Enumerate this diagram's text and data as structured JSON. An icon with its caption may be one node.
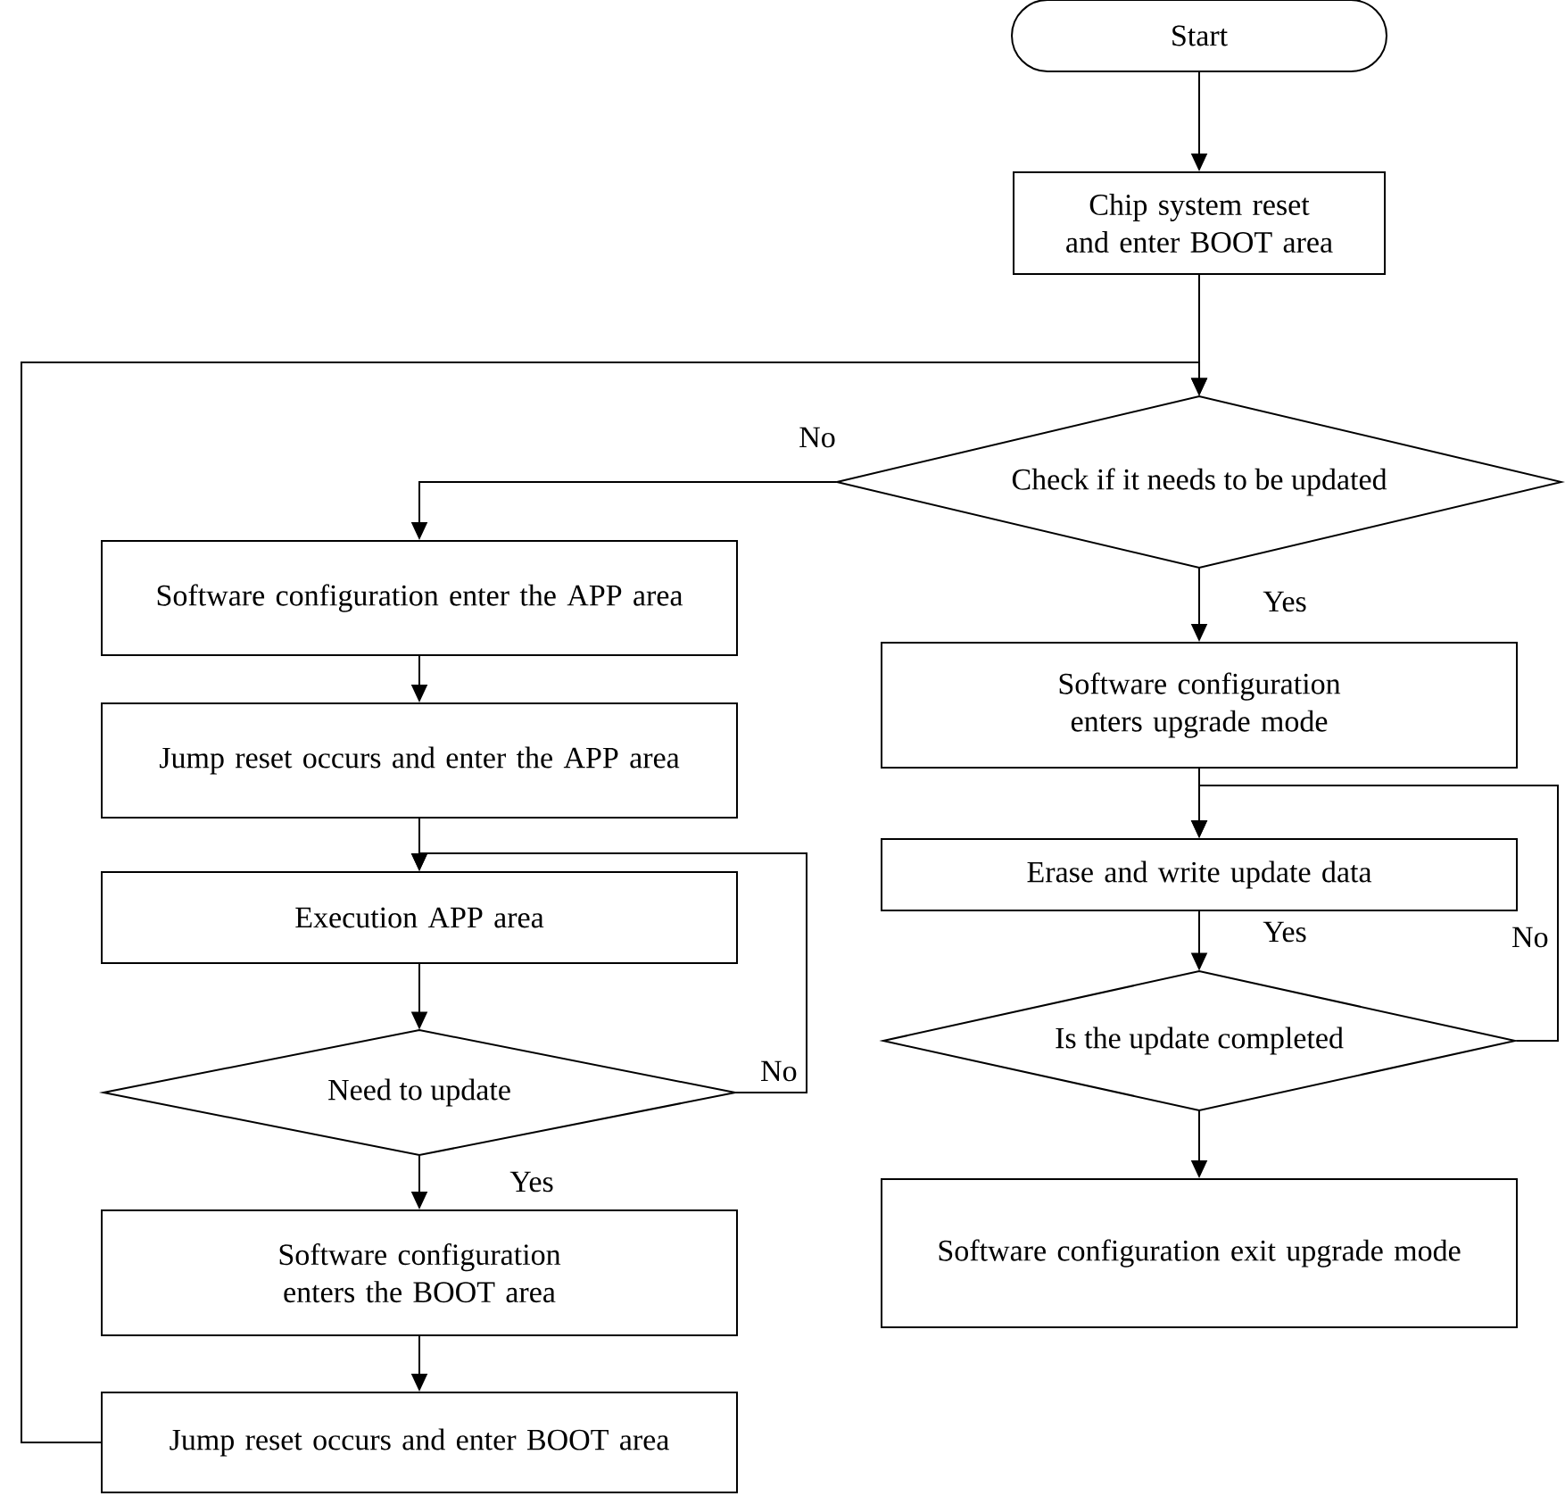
{
  "diagram": {
    "nodes": [
      {
        "text": [
          "Start"
        ]
      },
      {
        "text": [
          "Chip system reset and enter BOOT area"
        ]
      },
      {
        "text": [
          "Check if it needs to be updated"
        ]
      },
      {
        "text": [
          "Software configuration enter the APP area"
        ]
      },
      {
        "text": [
          "Jump reset occurs and enter the APP area"
        ]
      },
      {
        "text": [
          "Execution APP area"
        ]
      },
      {
        "text": [
          "Need to update"
        ]
      },
      {
        "text": [
          "Software configuration enters the BOOT area"
        ]
      },
      {
        "text": [
          "Jump reset occurs and enter BOOT area"
        ]
      },
      {
        "text": [
          "Software configuration enters upgrade mode"
        ]
      },
      {
        "text": [
          "Erase and write update data"
        ]
      },
      {
        "text": [
          "Is the update completed"
        ]
      },
      {
        "text": [
          "Software configuration exit upgrade mode"
        ]
      }
    ],
    "edges": [
      {
        "from": 0,
        "to": 1,
        "arrow": "to"
      },
      {
        "from": 1,
        "to": 2,
        "arrow": "to"
      },
      {
        "from": 2,
        "to": 3,
        "arrow": "to",
        "label": "No"
      },
      {
        "from": 3,
        "to": 4,
        "arrow": "to"
      },
      {
        "from": 4,
        "to": 5,
        "arrow": "to"
      },
      {
        "from": 5,
        "to": 6,
        "arrow": "to"
      },
      {
        "from": 6,
        "to": 5,
        "arrow": "to",
        "label": "No"
      },
      {
        "from": 6,
        "to": 7,
        "arrow": "to",
        "label": "Yes"
      },
      {
        "from": 7,
        "to": 8,
        "arrow": "to"
      },
      {
        "from": 8,
        "to": 2,
        "arrow": "to"
      },
      {
        "from": 2,
        "to": 9,
        "arrow": "to",
        "label": "Yes"
      },
      {
        "from": 9,
        "to": 10,
        "arrow": "to"
      },
      {
        "from": 10,
        "to": 11,
        "arrow": "to",
        "label": "Yes"
      },
      {
        "from": 11,
        "to": 10,
        "arrow": "to",
        "label": "No"
      },
      {
        "from": 11,
        "to": 12,
        "arrow": "to"
      }
    ]
  }
}
